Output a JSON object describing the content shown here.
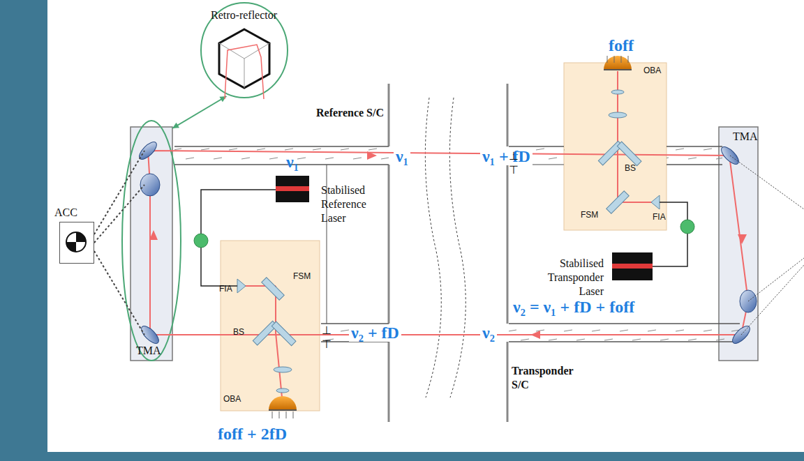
{
  "diagram": {
    "nodes": [
      {
        "text": [
          "Retro-reflector"
        ]
      },
      {
        "text": [
          "ACC"
        ]
      },
      {
        "text": [
          "TMA"
        ]
      },
      {
        "text": [
          "FIA",
          "FSM",
          "BS",
          "OBA"
        ]
      },
      {
        "text": [
          "OBA",
          "BS",
          "FSM",
          "FIA"
        ]
      },
      {
        "text": [
          "TMA"
        ]
      }
    ],
    "edges": [
      {
        "from": 0,
        "to": 2,
        "arrow": "both"
      },
      {
        "from": 1,
        "to": 2,
        "arrow": "none"
      }
    ],
    "labels": [
      "Reference S/C",
      "ν₁",
      "Stabilised Reference Laser",
      "ν₁",
      "ν₁ + fD",
      "foff",
      "Stabilised Transponder Laser",
      "ν₂ = ν₁ + fD + foff",
      "ν₂ + fD",
      "ν₂",
      "Transponder S/C",
      "foff + 2fD",
      "⊥",
      "⊤",
      "⊥",
      "⊤"
    ]
  }
}
